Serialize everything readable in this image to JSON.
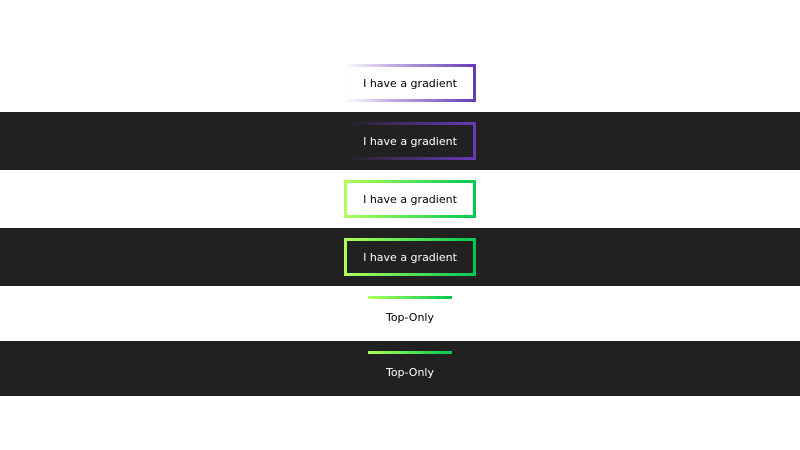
{
  "colors": {
    "dark_band": "#212121",
    "light_band": "#ffffff",
    "purple_gradient": [
      "transparent",
      "#673ab7"
    ],
    "green_gradient": [
      "#b2ff59",
      "#00c853"
    ]
  },
  "boxes": [
    {
      "label": "I have a gradient",
      "theme": "light",
      "gradient": "purple-fade"
    },
    {
      "label": "I have a gradient",
      "theme": "dark",
      "gradient": "purple-fade"
    },
    {
      "label": "I have a gradient",
      "theme": "light",
      "gradient": "green"
    },
    {
      "label": "I have a gradient",
      "theme": "dark",
      "gradient": "green"
    }
  ],
  "top_only": [
    {
      "label": "Top-Only",
      "theme": "light"
    },
    {
      "label": "Top-Only",
      "theme": "dark"
    }
  ]
}
